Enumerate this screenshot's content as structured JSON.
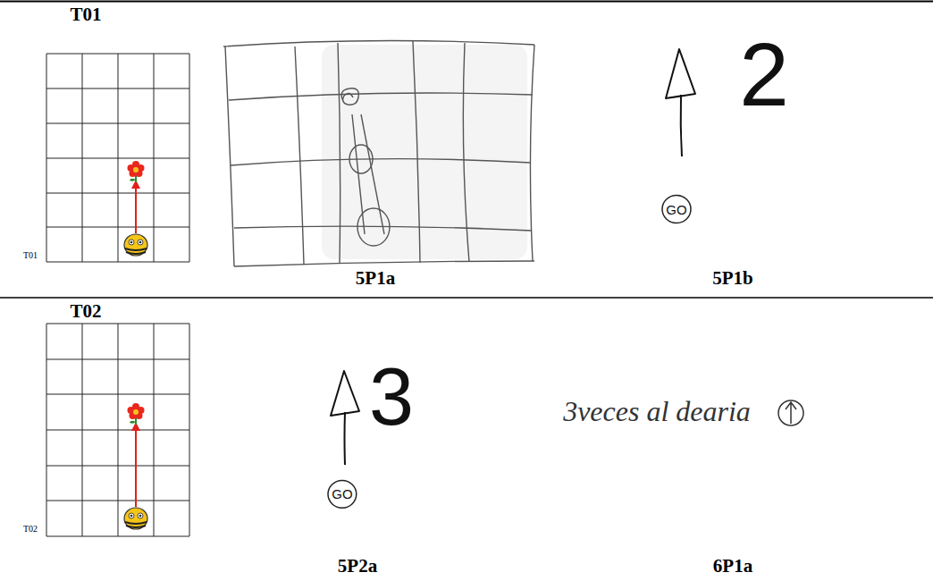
{
  "diagram": {
    "nodes": [
      {
        "text": [
          "GO"
        ]
      },
      {
        "text": [
          "GO"
        ]
      }
    ],
    "labels": [
      "T01",
      "T01",
      "5P1a",
      "5P1b",
      "2",
      "T02",
      "T02",
      "5P2a",
      "3",
      "6P1a",
      "3veces al dearia"
    ]
  }
}
